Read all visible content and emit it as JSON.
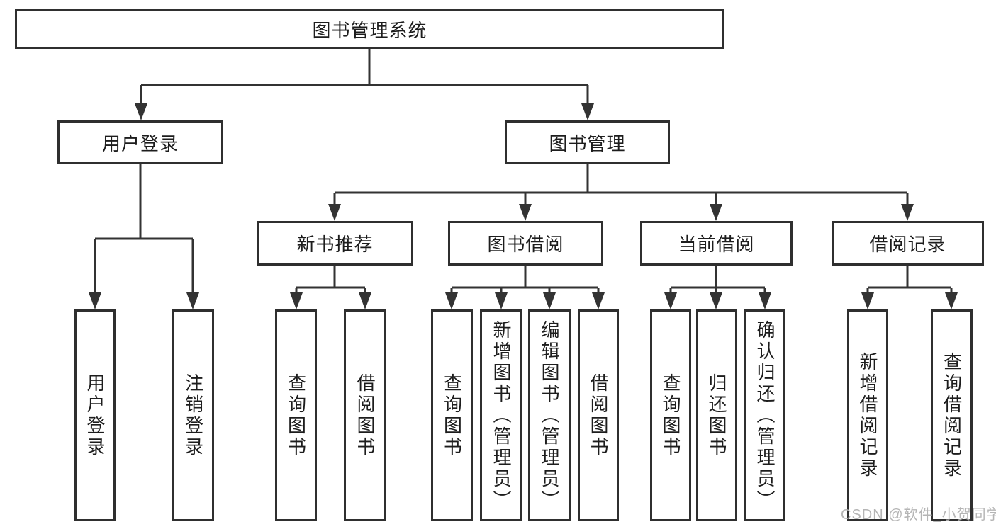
{
  "colors": {
    "line": "#333333",
    "box_border": "#2f2f2f",
    "text": "#1d1d1d",
    "background": "#ffffff",
    "watermark": "#b2b2b2"
  },
  "diagram": {
    "root": {
      "label": "图书管理系统"
    },
    "groups": [
      {
        "label": "用户登录",
        "children": [
          {
            "label": "用户登录"
          },
          {
            "label": "注销登录"
          }
        ]
      },
      {
        "label": "图书管理",
        "subgroups": [
          {
            "label": "新书推荐",
            "children": [
              {
                "label": "查询图书"
              },
              {
                "label": "借阅图书"
              }
            ]
          },
          {
            "label": "图书借阅",
            "children": [
              {
                "label": "查询图书"
              },
              {
                "label": "新增图书（管理员）"
              },
              {
                "label": "编辑图书（管理员）"
              },
              {
                "label": "借阅图书"
              }
            ]
          },
          {
            "label": "当前借阅",
            "children": [
              {
                "label": "查询图书"
              },
              {
                "label": "归还图书"
              },
              {
                "label": "确认归还（管理员）"
              }
            ]
          },
          {
            "label": "借阅记录",
            "children": [
              {
                "label": "新增借阅记录"
              },
              {
                "label": "查询借阅记录"
              }
            ]
          }
        ]
      }
    ]
  },
  "watermark": {
    "text": "CSDN @软件_小贺同学"
  }
}
